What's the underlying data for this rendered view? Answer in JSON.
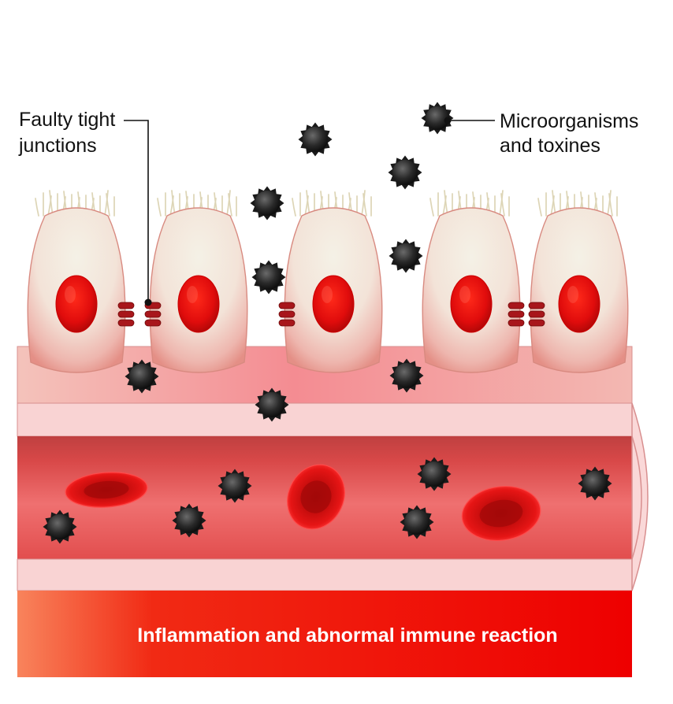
{
  "labels": {
    "tight_junctions_line1": "Faulty tight",
    "tight_junctions_line2": "junctions",
    "microbes_line1": "Microorganisms",
    "microbes_line2": "and toxines",
    "banner": "Inflammation and abnormal immune reaction"
  },
  "colors": {
    "cell_membrane": "#e8b8b0",
    "nucleus": "#e01010",
    "junction": "#a01818",
    "basement": "#f0a8a8",
    "vessel_wall": "#f9d0d0",
    "vessel_lumen": "#d83c3c",
    "rbc": "#d01010",
    "microbe": "#2a2a2a",
    "banner_start": "#f8845c",
    "banner_end": "#ee0000"
  },
  "icons": {
    "microbe": "spiky-microbe-icon",
    "cell": "epithelial-cell-icon",
    "rbc": "red-blood-cell-icon"
  }
}
